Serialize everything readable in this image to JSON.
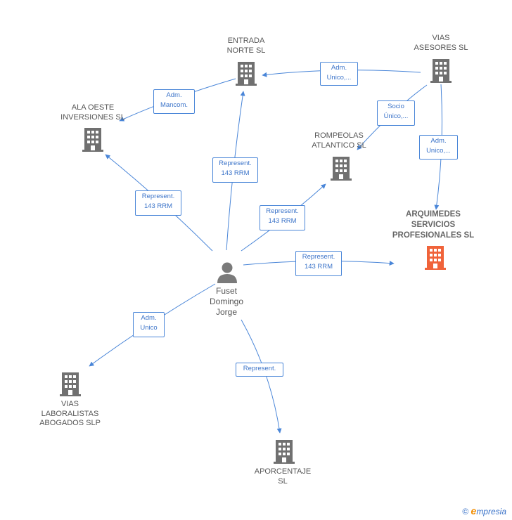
{
  "colors": {
    "edge": "#4a86d8",
    "building": "#707070",
    "building_main": "#f0633a",
    "person": "#7a7a7a"
  },
  "nodes": {
    "entrada": {
      "label": "ENTRADA\nNORTE SL",
      "icon": "building-icon"
    },
    "vias_asesores": {
      "label": "VIAS\nASESORES  SL",
      "icon": "building-icon"
    },
    "ala_oeste": {
      "label": "ALA OESTE\nINVERSIONES SL",
      "icon": "building-icon"
    },
    "rompeolas": {
      "label": "ROMPEOLAS\nATLANTICO SL",
      "icon": "building-icon"
    },
    "arquimedes": {
      "label": "ARQUIMEDES\nSERVICIOS\nPROFESIONALES SL",
      "icon": "building-icon"
    },
    "fuset": {
      "label": "Fuset\nDomingo\nJorge",
      "icon": "person-icon"
    },
    "vias_laboralistas": {
      "label": "VIAS\nLABORALISTAS\nABOGADOS  SLP",
      "icon": "building-icon"
    },
    "aporcentaje": {
      "label": "APORCENTAJE\nSL",
      "icon": "building-icon"
    }
  },
  "edges": {
    "vias_to_entrada": "Adm.\nUnico,...",
    "entrada_to_ala": "Adm.\nMancom.",
    "vias_to_rompeolas": "Socio\nÚnico,...",
    "vias_to_arquimedes": "Adm.\nUnico,...",
    "fuset_to_entrada": "Represent.\n143 RRM",
    "fuset_to_ala": "Represent.\n143 RRM",
    "fuset_to_rompeolas": "Represent.\n143 RRM",
    "fuset_to_arquimedes": "Represent.\n143 RRM",
    "fuset_to_laboralistas": "Adm.\nUnico",
    "fuset_to_aporcentaje": "Represent."
  },
  "footer": {
    "copyright": "©",
    "brand_first": "e",
    "brand_rest": "mpresia"
  }
}
